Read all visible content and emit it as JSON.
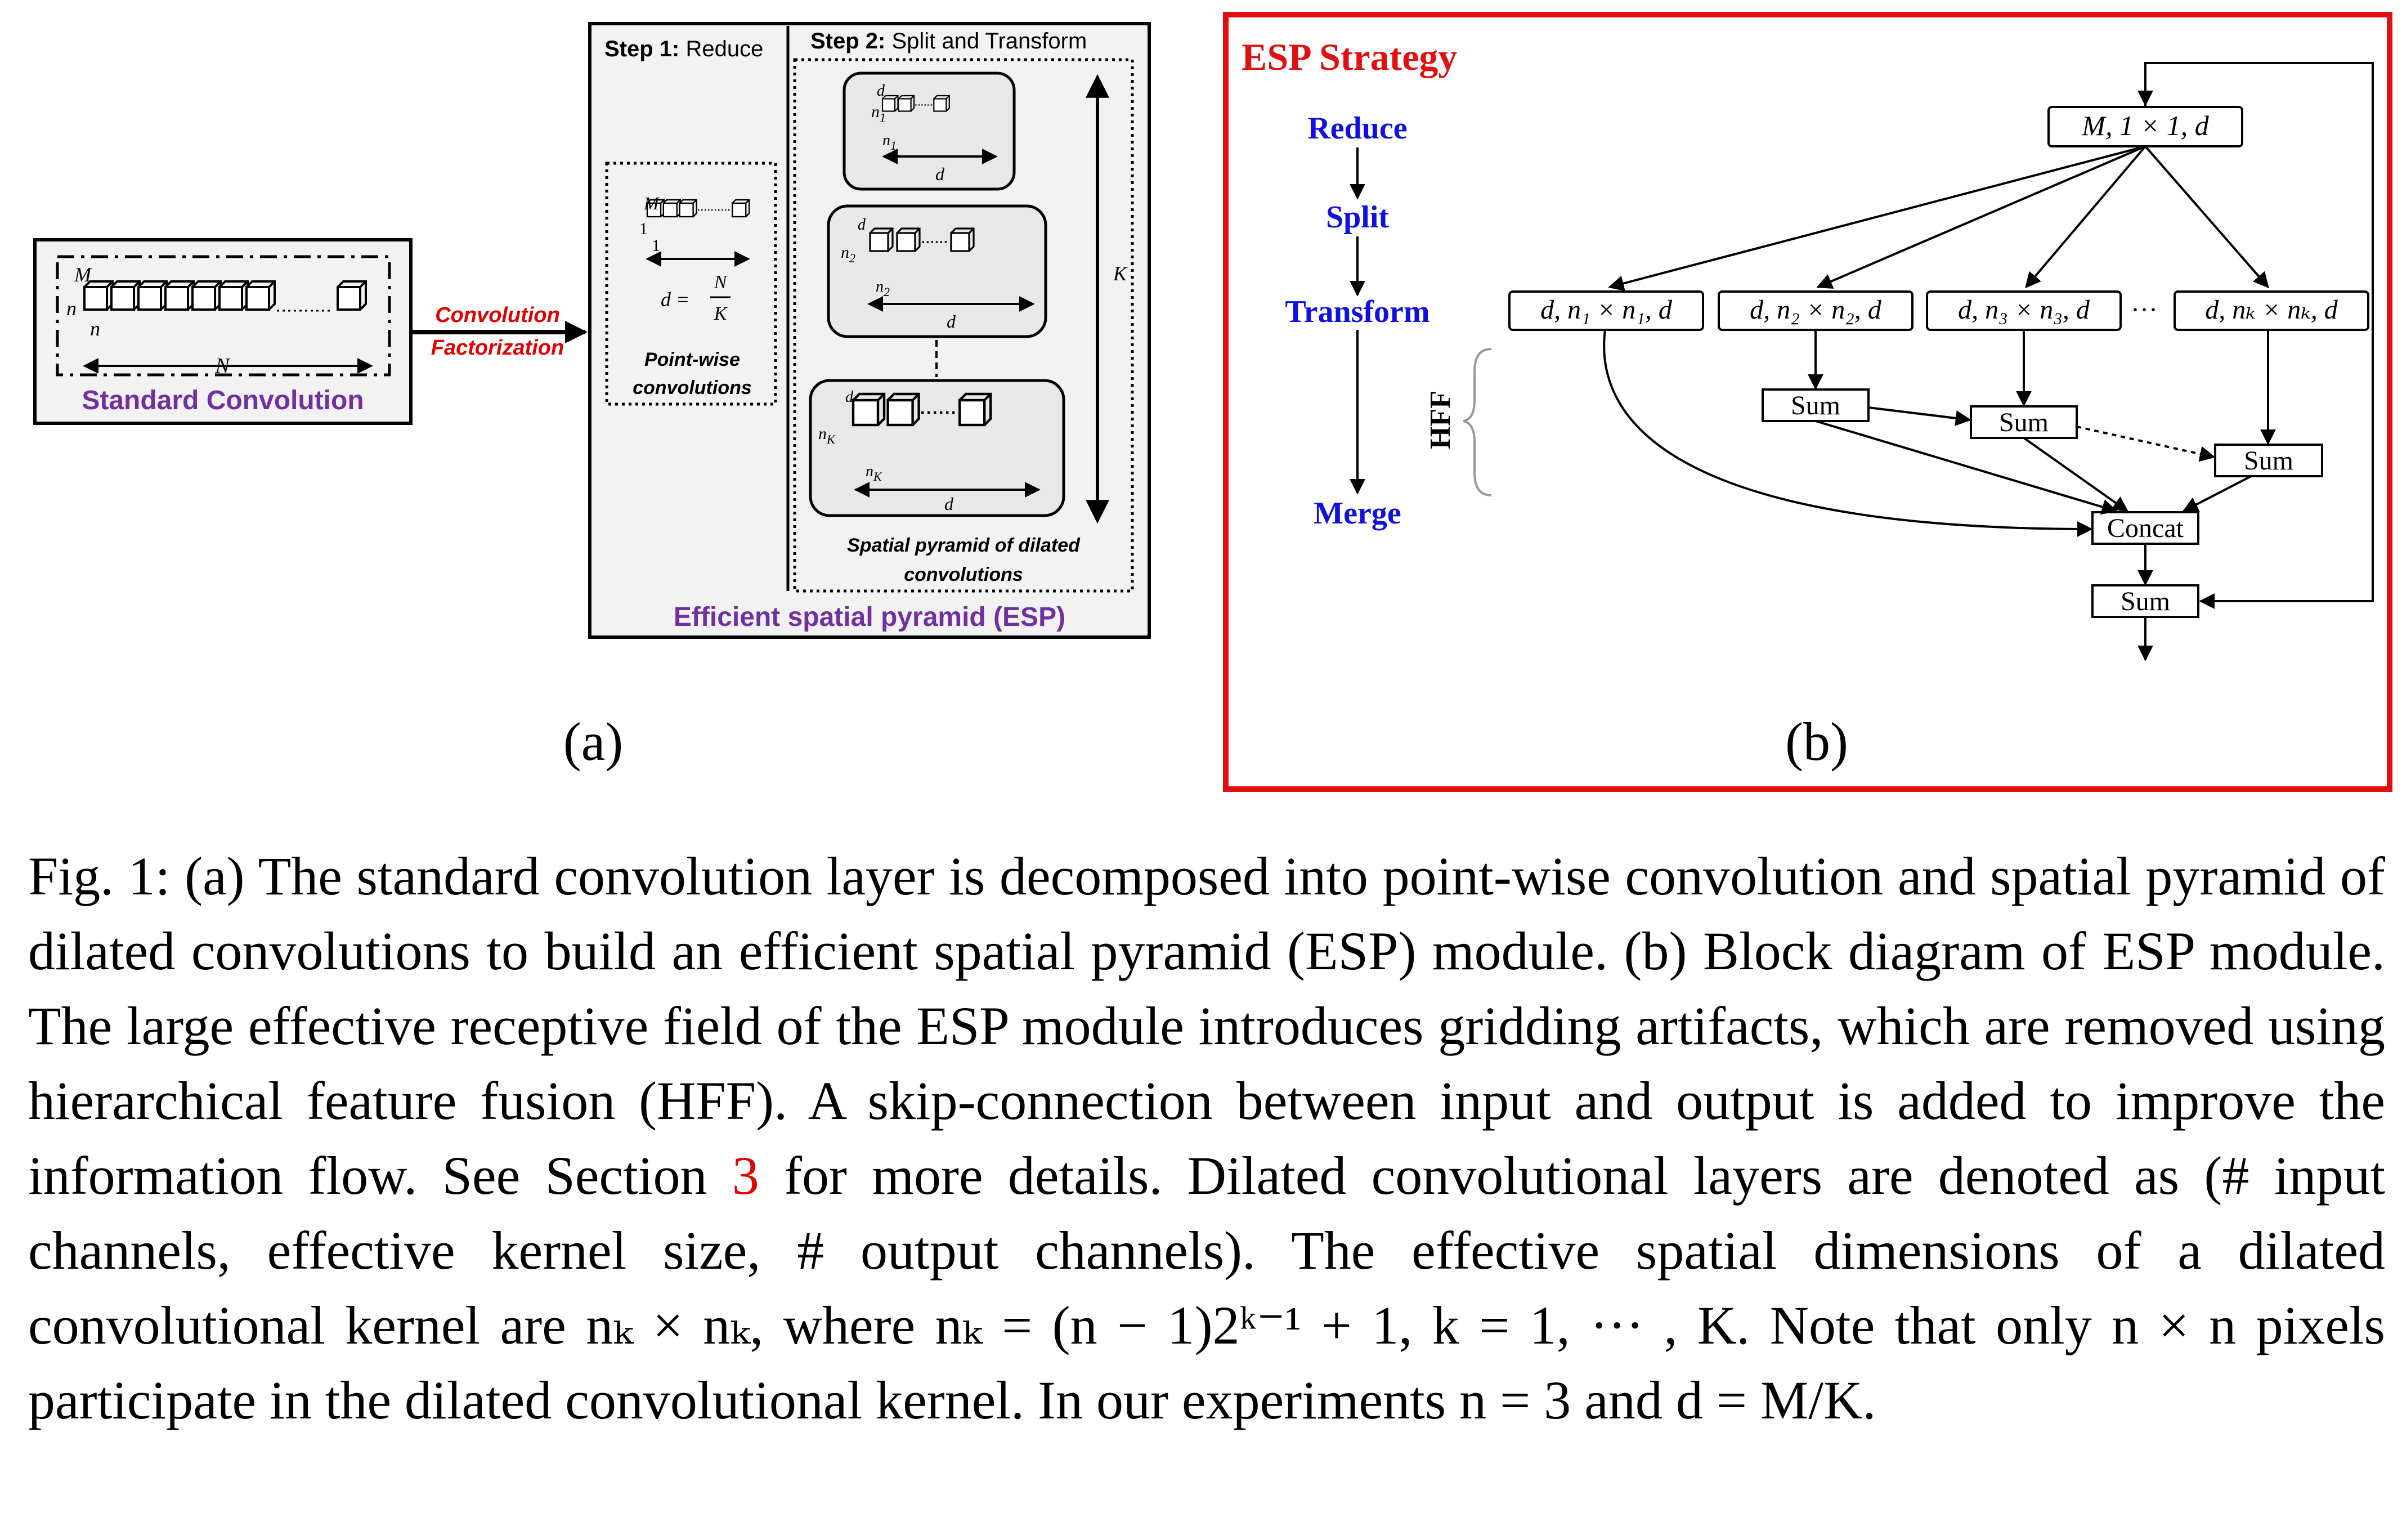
{
  "panel_a": {
    "standard_conv": {
      "title": "Standard Convolution",
      "label_M": "M",
      "label_n_left": "n",
      "label_n_bottom": "n",
      "label_N": "N"
    },
    "factorization": {
      "line1": "Convolution",
      "line2": "Factorization"
    },
    "esp": {
      "title": "Efficient spatial pyramid (ESP)",
      "step1_bold": "Step 1:",
      "step1_text": " Reduce",
      "step2_bold": "Step 2:",
      "step2_text": " Split and Transform",
      "pointwise_line1": "Point-wise",
      "pointwise_line2": "convolutions",
      "pw_M": "M",
      "pw_1a": "1",
      "pw_1b": "1",
      "pw_eq": "d =",
      "pw_num": "N",
      "pw_den": "K",
      "pyr_line1": "Spatial pyramid of dilated",
      "pyr_line2": "convolutions",
      "K_label": "K",
      "d_label": "d",
      "n1": "n",
      "n1_sub": "1",
      "n2": "n",
      "n2_sub": "2",
      "nK": "n",
      "nK_sub": "K"
    },
    "caption_label": "(a)"
  },
  "panel_b": {
    "title": "ESP Strategy",
    "strategy": [
      "Reduce",
      "Split",
      "Transform",
      "Merge"
    ],
    "hff": "HFF",
    "top_node": "M, 1 × 1, d",
    "branches": [
      "d, n₁ × n₁, d",
      "d, n₂ × n₂, d",
      "d, n₃ × n₃, d",
      "d, nₖ × nₖ, d"
    ],
    "ellipsis": "···",
    "sum": "Sum",
    "concat": "Concat",
    "caption_label": "(b)",
    "colors": {
      "frame": "#e01010",
      "strategy": "#1010e0",
      "title": "#e01010"
    }
  },
  "caption": {
    "prefix": "Fig. 1:",
    "text_part1": " (a) The standard convolution layer is decomposed into point-wise convolution and spatial pyramid of dilated convolutions to build an efficient spatial pyramid (ESP) module. (b) Block diagram of ESP module. The large effective receptive field of the ESP module introduces gridding artifacts, which are removed using hierarchical feature fusion (HFF). A skip-connection between input and output is added to improve the information flow. See Section ",
    "ref": "3",
    "text_part2": " for more details. Dilated convolutional layers are denoted as (# input channels, effective kernel size, # output channels). The effective spatial dimensions of a dilated convolutional kernel are nₖ × nₖ, where nₖ = (n − 1)2ᵏ⁻¹ + 1, k = 1, ··· , K. Note that only n × n pixels participate in the dilated convolutional kernel. In our experiments n = 3 and d = M/K."
  }
}
